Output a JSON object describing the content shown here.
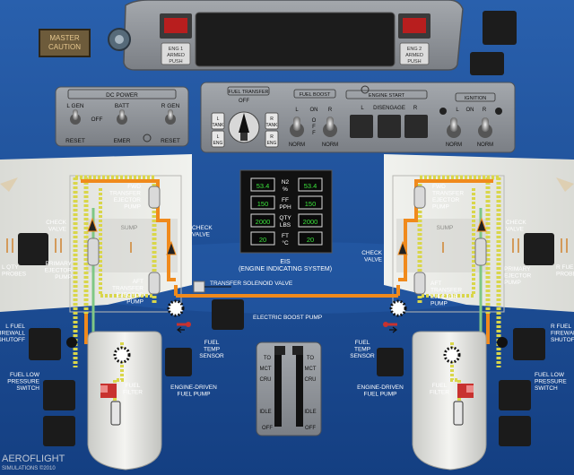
{
  "glareshield": {
    "master_caution": [
      "MASTER",
      "CAUTION"
    ],
    "fire_left": [
      "ENG 1",
      "ARMED",
      "PUSH"
    ],
    "fire_right": [
      "ENG 2",
      "ARMED",
      "PUSH"
    ]
  },
  "dc_power": {
    "title": "DC POWER",
    "l_gen": "L GEN",
    "batt": "BATT",
    "r_gen": "R GEN",
    "off": "OFF",
    "reset_l": "RESET",
    "emer": "EMER",
    "reset_r": "RESET"
  },
  "fuel_transfer": {
    "title": "FUEL TRANSFER",
    "off": "OFF",
    "l_tank": [
      "L",
      "TANK"
    ],
    "r_tank": [
      "R",
      "TANK"
    ],
    "l_eng": [
      "L",
      "ENG"
    ],
    "r_eng": [
      "R",
      "ENG"
    ]
  },
  "fuel_boost": {
    "title": "FUEL BOOST",
    "l": "L",
    "on": "ON",
    "r": "R",
    "off_vert": [
      "O",
      "F",
      "F"
    ],
    "norm_l": "NORM",
    "norm_r": "NORM"
  },
  "engine_start": {
    "title": "ENGINE START",
    "l": "L",
    "disengage": "DISENGAGE",
    "r": "R"
  },
  "ignition": {
    "title": "IGNITION",
    "l": "L",
    "on": "ON",
    "r": "R",
    "norm_l": "NORM",
    "norm_r": "NORM"
  },
  "eis": {
    "rows": [
      {
        "label": [
          "N2",
          "%"
        ],
        "left": "53.4",
        "right": "53.4"
      },
      {
        "label": [
          "FF",
          "PPH"
        ],
        "left": "150",
        "right": "150"
      },
      {
        "label": [
          "QTY",
          "LBS"
        ],
        "left": "2000",
        "right": "2000"
      },
      {
        "label": [
          "FT",
          "°C"
        ],
        "left": "20",
        "right": "20"
      }
    ],
    "caption": [
      "EIS",
      "(ENGINE INDICATING SYSTEM)"
    ]
  },
  "left_labels": {
    "fwd_pump": [
      "FWD",
      "TRANSFER",
      "EJECTOR",
      "PUMP"
    ],
    "check_valve_outer": [
      "CHECK",
      "VALVE"
    ],
    "sump": "SUMP",
    "check_valve_inner": [
      "CHECK",
      "VALVE"
    ],
    "qty_probes": [
      "L QTY",
      "PROBES"
    ],
    "primary_pump": [
      "PRIMARY",
      "EJECTOR",
      "PUMP"
    ],
    "aft_pump": [
      "AFT",
      "TRANSFER",
      "EJECTOR",
      "PUMP"
    ],
    "firewall": [
      "L FUEL",
      "FIREWALL",
      "SHUTOFF"
    ],
    "temp_sensor": [
      "FUEL",
      "TEMP",
      "SENSOR"
    ],
    "low_press": [
      "FUEL LOW",
      "PRESSURE",
      "SWITCH"
    ],
    "filter": [
      "FUEL",
      "FILTER"
    ],
    "engine_pump": [
      "ENGINE-DRIVEN",
      "FUEL PUMP"
    ]
  },
  "right_labels": {
    "fwd_pump": [
      "FWD",
      "TRANSFER",
      "EJECTOR",
      "PUMP"
    ],
    "check_valve_outer": [
      "CHECK",
      "VALVE"
    ],
    "sump": "SUMP",
    "check_valve_inner": [
      "CHECK",
      "VALVE"
    ],
    "qty_probes": [
      "R FUEL QTY",
      "PROBES"
    ],
    "primary_pump": [
      "PRIMARY",
      "EJECTOR",
      "PUMP"
    ],
    "aft_pump": [
      "AFT",
      "TRANSFER",
      "EJECTOR",
      "PUMP"
    ],
    "firewall": [
      "R FUEL",
      "FIREWALL",
      "SHUTOFF"
    ],
    "temp_sensor": [
      "FUEL",
      "TEMP",
      "SENSOR"
    ],
    "low_press": [
      "FUEL LOW",
      "PRESSURE",
      "SWITCH"
    ],
    "filter": [
      "FUEL",
      "FILTER"
    ],
    "engine_pump": [
      "ENGINE-DRIVEN",
      "FUEL PUMP"
    ]
  },
  "center": {
    "transfer_valve": "TRANSFER  SOLENOID VALVE",
    "boost_pump": "ELECTRIC BOOST PUMP"
  },
  "throttle": {
    "to": "TO",
    "mct": "MCT",
    "cru": "CRU",
    "idle": "IDLE",
    "off": "OFF"
  },
  "footer": [
    "AEROFLIGHT",
    "SIMULATIONS ©2010"
  ],
  "colors": {
    "background": "#1d4f96",
    "panel": "#8f9398",
    "wing": "#e6e7e2",
    "motive_fuel": "#f08a1c",
    "supply_fuel": "#d9d64a",
    "return_fuel": "#7fc785",
    "eis_digits": "#3be23b"
  }
}
